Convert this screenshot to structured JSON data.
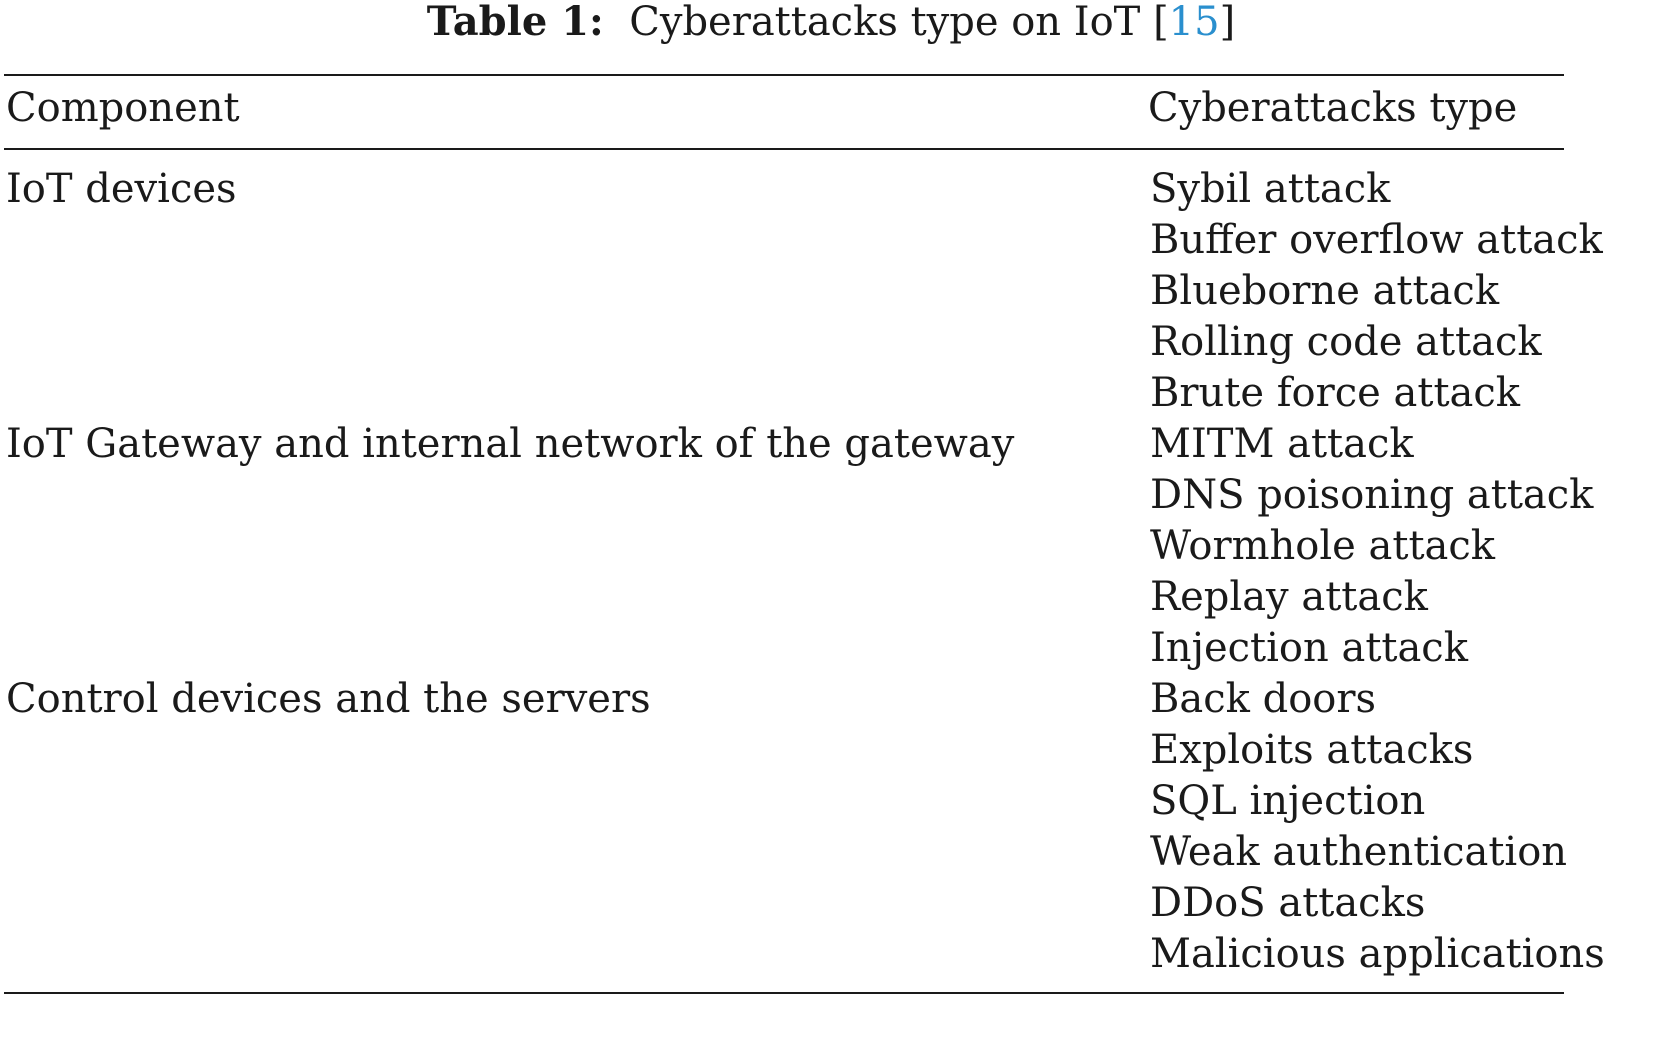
{
  "caption": {
    "label": "Table 1:",
    "text": "Cyberattacks type on IoT [",
    "ref": "15",
    "close": "]"
  },
  "table": {
    "headers": [
      "Component",
      "Cyberattacks type"
    ],
    "groups": [
      {
        "component": "IoT devices",
        "attacks": [
          "Sybil attack",
          "Buffer overflow attack",
          "Blueborne attack",
          "Rolling code attack",
          "Brute force attack"
        ]
      },
      {
        "component": "IoT Gateway and internal network of the gateway",
        "attacks": [
          "MITM attack",
          "DNS poisoning attack",
          "Wormhole attack",
          "Replay attack",
          "Injection attack"
        ]
      },
      {
        "component": "Control devices and the servers",
        "attacks": [
          "Back doors",
          "Exploits attacks",
          "SQL injection",
          "Weak authentication",
          "DDoS attacks",
          "Malicious applications"
        ]
      }
    ]
  }
}
